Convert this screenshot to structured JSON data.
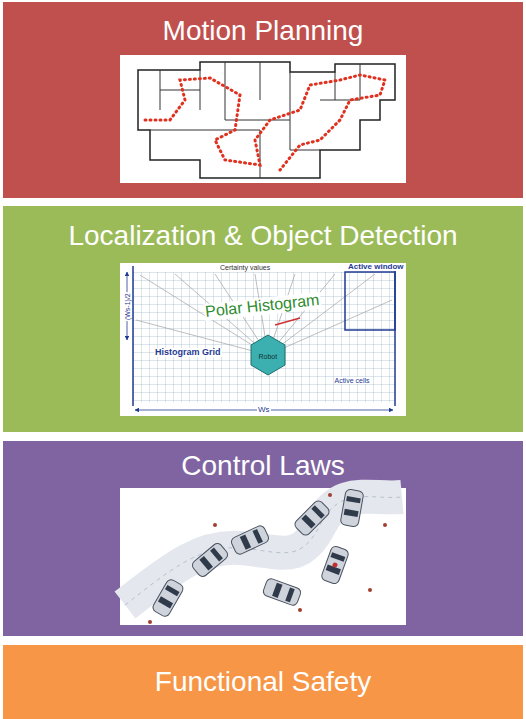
{
  "diagram": {
    "nodes": [
      {
        "text": [
          "Motion Planning"
        ]
      },
      {
        "text": [
          "Localization & Object Detection"
        ]
      },
      {
        "text": [
          "Control Laws"
        ]
      },
      {
        "text": [
          "Functional Safety"
        ]
      }
    ],
    "labels": [
      "Certainty values",
      "Active window",
      "Polar Histogram",
      "Histogram Grid",
      "Robot",
      "Active cells",
      "Ws",
      "(Ws-1)/2"
    ]
  }
}
